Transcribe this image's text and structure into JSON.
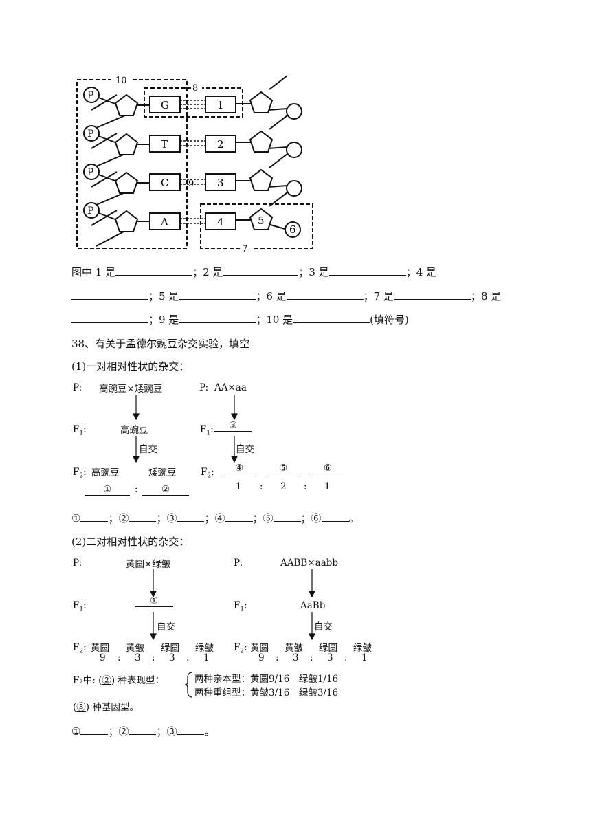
{
  "dna_diagram": {
    "phosphate": "P",
    "bases_left": [
      "G",
      "T",
      "C",
      "A"
    ],
    "bases_right": [
      "1",
      "2",
      "3",
      "4"
    ],
    "label_5": "5",
    "label_6": "6",
    "label_7": "7",
    "label_8": "8",
    "label_9": "9",
    "label_10": "10"
  },
  "q37": {
    "l1": [
      "图中 1 是",
      "；2 是",
      "；3 是",
      "；4 是"
    ],
    "l2": [
      "；5 是",
      "；6 是",
      "；7 是",
      "；8 是"
    ],
    "l3": [
      "；9 是",
      "；10 是",
      "(填符号)"
    ]
  },
  "q38": {
    "title": "38、有关于孟德尔豌豆杂交实验，填空",
    "part1_title": "(1)一对相对性状的杂交：",
    "part2_title": "(2)二对相对性状的杂交：",
    "answer1": [
      "①",
      "；②",
      "；③",
      "；④",
      "；⑤",
      "；⑥",
      "。"
    ],
    "answer2": [
      "①",
      "；②",
      "；③",
      "。"
    ]
  },
  "cross1": {
    "p_label": "P:",
    "p_left": "高豌豆×矮豌豆",
    "p_right": "AA×aa",
    "f1_label": "F",
    "f1_sub": "1",
    "f1_left": "高豌豆",
    "f1_right": "③",
    "selfing": "自交",
    "f2_label": "F",
    "f2_sub": "2",
    "f2_left_a": "高豌豆",
    "f2_left_b": "矮豌豆",
    "ratio_left_a": "①",
    "ratio_colon": ":",
    "ratio_left_b": "②",
    "f2_right": [
      "④",
      "⑤",
      "⑥"
    ],
    "ratio_right": [
      "1",
      ":",
      "2",
      ":",
      "1"
    ]
  },
  "cross2": {
    "p_label": "P:",
    "p_left": "黄圆×绿皱",
    "p_right": "AABB×aabb",
    "f1_label": "F",
    "f1_sub": "1",
    "f1_left": "①",
    "f1_right": "AaBb",
    "selfing": "自交",
    "f2_label": "F",
    "f2_sub": "2",
    "f2_pheno": [
      "黄圆",
      "黄皱",
      "绿圆",
      "绿皱"
    ],
    "ratio": [
      "9",
      ":",
      "3",
      ":",
      "3",
      ":",
      "1"
    ],
    "summary_prefix": "F₂中: (",
    "summary_num": "②",
    "summary_suffix": ") 种表现型：",
    "parent_type": "两种亲本型：黄圆9/16　绿皱1/16",
    "recomb_type": "两种重组型：黄皱3/16　绿皱3/16",
    "geno_prefix": "(",
    "geno_num": "③",
    "geno_suffix": ") 种基因型。"
  }
}
